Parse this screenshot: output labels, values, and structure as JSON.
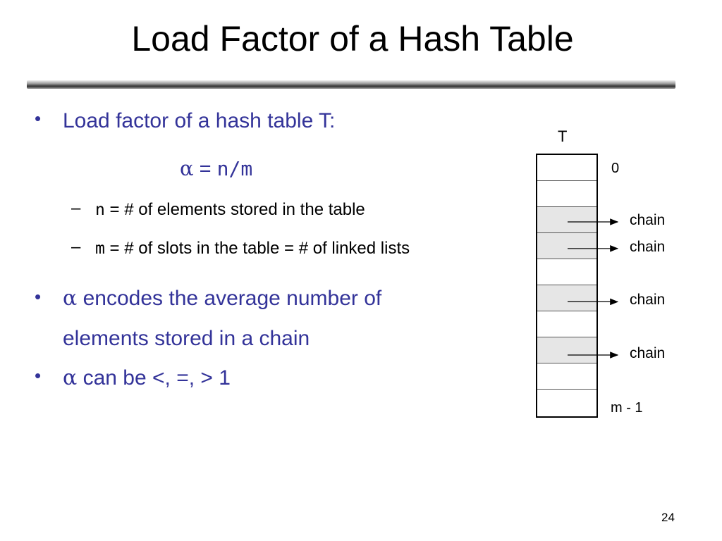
{
  "slide": {
    "title": "Load Factor of a Hash Table",
    "page_number": "24"
  },
  "bullets": {
    "b1_text": "Load factor of a hash table T:",
    "formula_alpha": "α",
    "formula_eq": " = ",
    "formula_rhs": "n/m",
    "sub1_var": "n",
    "sub1_text": " = # of elements stored in the table",
    "sub2_var": "m",
    "sub2_text": " = # of slots in the table = # of linked lists",
    "b2_alpha": "α",
    "b2_line1": " encodes the average number of",
    "b2_line2": "elements stored in a chain",
    "b3_alpha": "α",
    "b3_text": " can be <, =, > 1",
    "bullet_glyph": "•",
    "dash_glyph": "–"
  },
  "diagram": {
    "table_label": "T",
    "first_index": "0",
    "last_index": "m - 1",
    "slots": [
      {
        "filled": false,
        "chain": ""
      },
      {
        "filled": false,
        "chain": ""
      },
      {
        "filled": true,
        "chain": "chain"
      },
      {
        "filled": true,
        "chain": "chain"
      },
      {
        "filled": false,
        "chain": ""
      },
      {
        "filled": true,
        "chain": "chain"
      },
      {
        "filled": false,
        "chain": ""
      },
      {
        "filled": true,
        "chain": "chain"
      },
      {
        "filled": false,
        "chain": ""
      },
      {
        "filled": false,
        "chain": ""
      }
    ]
  },
  "colors": {
    "bullet_text": "#333399",
    "body_text": "#000000",
    "filled_slot": "#e6e6e6"
  }
}
